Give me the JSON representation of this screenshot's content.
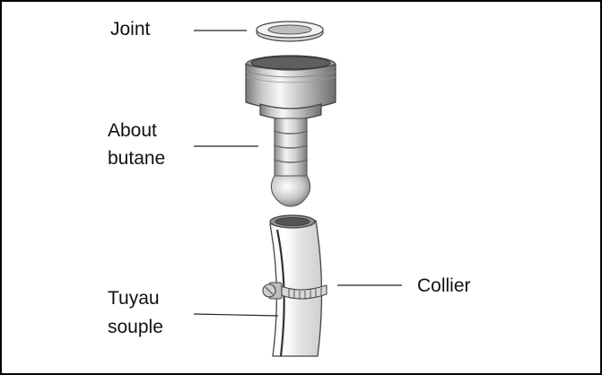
{
  "labels": {
    "joint": "Joint",
    "about_line1": "About",
    "about_line2": "butane",
    "collier": "Collier",
    "tuyau_line1": "Tuyau",
    "tuyau_line2": "souple"
  },
  "parts": [
    {
      "name": "Joint",
      "icon": "washer-icon"
    },
    {
      "name": "About butane",
      "icon": "hose-fitting-icon"
    },
    {
      "name": "Collier",
      "icon": "hose-clamp-icon"
    },
    {
      "name": "Tuyau souple",
      "icon": "flexible-hose-icon"
    }
  ],
  "colors": {
    "frame": "#000000",
    "leader": "#222222",
    "metal_dark": "#6b6b6b",
    "metal_light": "#f2f2f2",
    "hose": "#e6e6e6"
  }
}
